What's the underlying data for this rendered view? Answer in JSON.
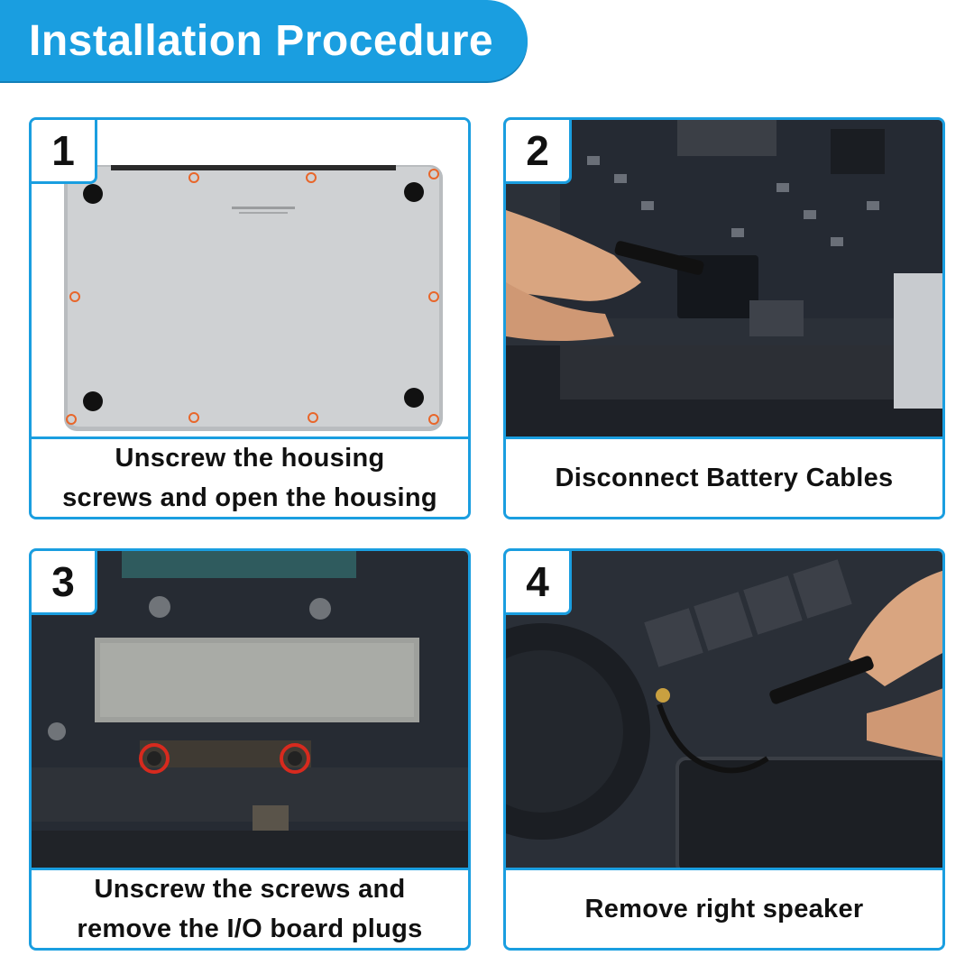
{
  "header": {
    "title": "Installation Procedure"
  },
  "steps": [
    {
      "number": "1",
      "caption_lines": [
        "Unscrew the housing",
        "screws and open the housing"
      ]
    },
    {
      "number": "2",
      "caption_lines": [
        "Disconnect Battery Cables"
      ]
    },
    {
      "number": "3",
      "caption_lines": [
        "Unscrew the screws and",
        "remove the I/O board plugs"
      ]
    },
    {
      "number": "4",
      "caption_lines": [
        "Remove right speaker"
      ]
    }
  ],
  "colors": {
    "accent": "#1a9ee0",
    "text": "#111111",
    "screw_highlight": "#e8662a"
  }
}
